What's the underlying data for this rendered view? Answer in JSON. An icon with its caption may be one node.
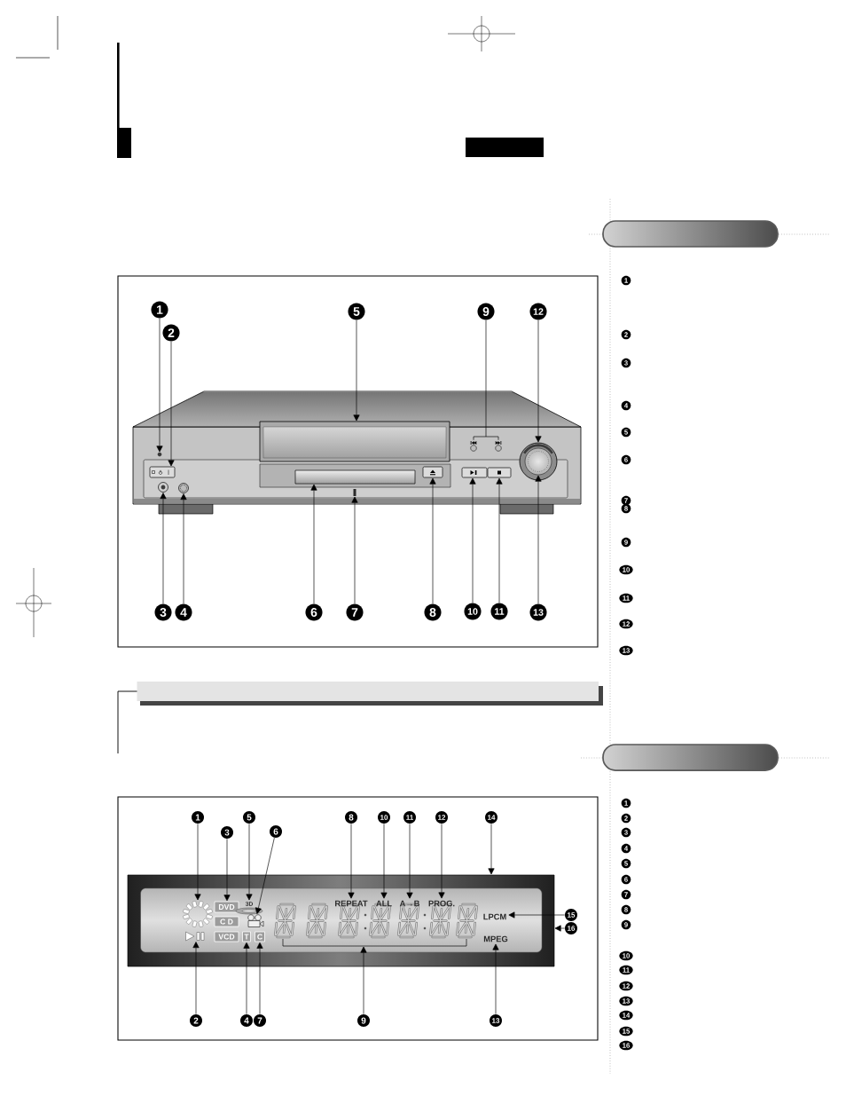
{
  "diagram": {
    "nodes": [
      {
        "text": [
          "1"
        ]
      },
      {
        "text": [
          "2"
        ]
      },
      {
        "text": [
          "3"
        ]
      },
      {
        "text": [
          "4"
        ]
      },
      {
        "text": [
          "5"
        ]
      },
      {
        "text": [
          "6"
        ]
      },
      {
        "text": [
          "7"
        ]
      },
      {
        "text": [
          "8"
        ]
      },
      {
        "text": [
          "9"
        ]
      },
      {
        "text": [
          "10"
        ]
      },
      {
        "text": [
          "11"
        ]
      },
      {
        "text": [
          "12"
        ]
      },
      {
        "text": [
          "13"
        ]
      },
      {
        "text": [],
        "shape": "box"
      },
      {
        "text": [],
        "shape": "circle",
        "in": 13
      },
      {
        "text": [],
        "shape": "box",
        "in": 13
      },
      {
        "text": [],
        "shape": "circle",
        "in": 13
      },
      {
        "text": [],
        "shape": "circle",
        "in": 13
      },
      {
        "text": [],
        "shape": "box",
        "in": 13
      },
      {
        "text": [],
        "shape": "box",
        "in": 13
      },
      {
        "text": [],
        "shape": "box",
        "in": 13
      },
      {
        "text": [],
        "shape": "box",
        "in": 13
      },
      {
        "text": [],
        "shape": "circle",
        "in": 13
      },
      {
        "text": [],
        "shape": "circle",
        "in": 13
      },
      {
        "text": [],
        "shape": "box",
        "in": 13
      },
      {
        "text": [],
        "shape": "box",
        "in": 13
      },
      {
        "text": [],
        "shape": "circle",
        "in": 13
      },
      {
        "text": [],
        "shape": "circle",
        "in": 26
      },
      {
        "text": [
          "1"
        ]
      },
      {
        "text": [
          "2"
        ]
      },
      {
        "text": [
          "3"
        ]
      },
      {
        "text": [
          "4"
        ]
      },
      {
        "text": [
          "5"
        ]
      },
      {
        "text": [
          "6"
        ]
      },
      {
        "text": [
          "7"
        ]
      },
      {
        "text": [
          "8"
        ]
      },
      {
        "text": [
          "9"
        ]
      },
      {
        "text": [
          "10"
        ]
      },
      {
        "text": [
          "11"
        ]
      },
      {
        "text": [
          "12"
        ]
      },
      {
        "text": [
          "13"
        ]
      },
      {
        "text": [
          "14"
        ]
      },
      {
        "text": [
          "15"
        ]
      },
      {
        "text": [
          "16"
        ]
      },
      {
        "text": [],
        "shape": "box"
      },
      {
        "text": [],
        "shape": "circle",
        "in": 44
      },
      {
        "text": [],
        "shape": "picture",
        "in": 44
      },
      {
        "text": [
          "DVD"
        ],
        "in": 44
      },
      {
        "text": [
          "C D"
        ],
        "in": 44
      },
      {
        "text": [
          "VCD"
        ],
        "in": 44
      },
      {
        "text": [
          "3D"
        ],
        "in": 44
      },
      {
        "text": [],
        "shape": "picture",
        "in": 44
      },
      {
        "text": [
          "T"
        ],
        "in": 44
      },
      {
        "text": [
          "C"
        ],
        "in": 44
      },
      {
        "text": [],
        "shape": "picture",
        "in": 44
      },
      {
        "text": [
          "REPEAT"
        ],
        "in": 44
      },
      {
        "text": [
          "ALL"
        ],
        "in": 44
      },
      {
        "text": [
          "A→B"
        ],
        "in": 44
      },
      {
        "text": [
          "PROG."
        ],
        "in": 44
      },
      {
        "text": [
          "LPCM"
        ],
        "in": 44
      },
      {
        "text": [
          "MPEG"
        ],
        "in": 44
      },
      {
        "text": [],
        "shape": "bar"
      }
    ],
    "edges": [
      {
        "from": 0,
        "to": 14,
        "arrow": "to"
      },
      {
        "from": 1,
        "to": 15,
        "arrow": "to"
      },
      {
        "from": 2,
        "to": 16,
        "arrow": "to"
      },
      {
        "from": 3,
        "to": 17,
        "arrow": "to"
      },
      {
        "from": 4,
        "to": 18,
        "arrow": "to"
      },
      {
        "from": 5,
        "to": 19,
        "arrow": "to"
      },
      {
        "from": 6,
        "to": 20,
        "arrow": "to"
      },
      {
        "from": 7,
        "to": 21,
        "arrow": "to"
      },
      {
        "from": 8,
        "to": 22,
        "arrow": "none"
      },
      {
        "from": 8,
        "to": 23,
        "arrow": "none"
      },
      {
        "from": 9,
        "to": 24,
        "arrow": "to"
      },
      {
        "from": 10,
        "to": 25,
        "arrow": "to"
      },
      {
        "from": 11,
        "to": 26,
        "arrow": "to"
      },
      {
        "from": 12,
        "to": 27,
        "arrow": "to"
      },
      {
        "from": 28,
        "to": 45,
        "arrow": "to"
      },
      {
        "from": 29,
        "to": 46,
        "arrow": "to"
      },
      {
        "from": 30,
        "to": 47,
        "arrow": "to"
      },
      {
        "from": 31,
        "to": 52,
        "arrow": "to"
      },
      {
        "from": 32,
        "to": 50,
        "arrow": "to"
      },
      {
        "from": 33,
        "to": 51,
        "arrow": "to"
      },
      {
        "from": 34,
        "to": 53,
        "arrow": "to"
      },
      {
        "from": 35,
        "to": 55,
        "arrow": "to"
      },
      {
        "from": 36,
        "to": 54,
        "arrow": "to"
      },
      {
        "from": 37,
        "to": 56,
        "arrow": "to"
      },
      {
        "from": 38,
        "to": 57,
        "arrow": "to"
      },
      {
        "from": 39,
        "to": 58,
        "arrow": "to"
      },
      {
        "from": 40,
        "to": 60,
        "arrow": "to"
      },
      {
        "from": 41,
        "to": 44,
        "arrow": "to"
      },
      {
        "from": 42,
        "to": 59,
        "arrow": "to"
      },
      {
        "from": 43,
        "to": 44,
        "arrow": "to"
      }
    ],
    "labels": [
      "1",
      "2",
      "3",
      "4",
      "5",
      "6",
      "7",
      "8",
      "9",
      "10",
      "11",
      "12",
      "13",
      "1",
      "2",
      "3",
      "4",
      "5",
      "6",
      "7",
      "8",
      "9",
      "10",
      "11",
      "12",
      "13",
      "14",
      "15",
      "16"
    ]
  }
}
